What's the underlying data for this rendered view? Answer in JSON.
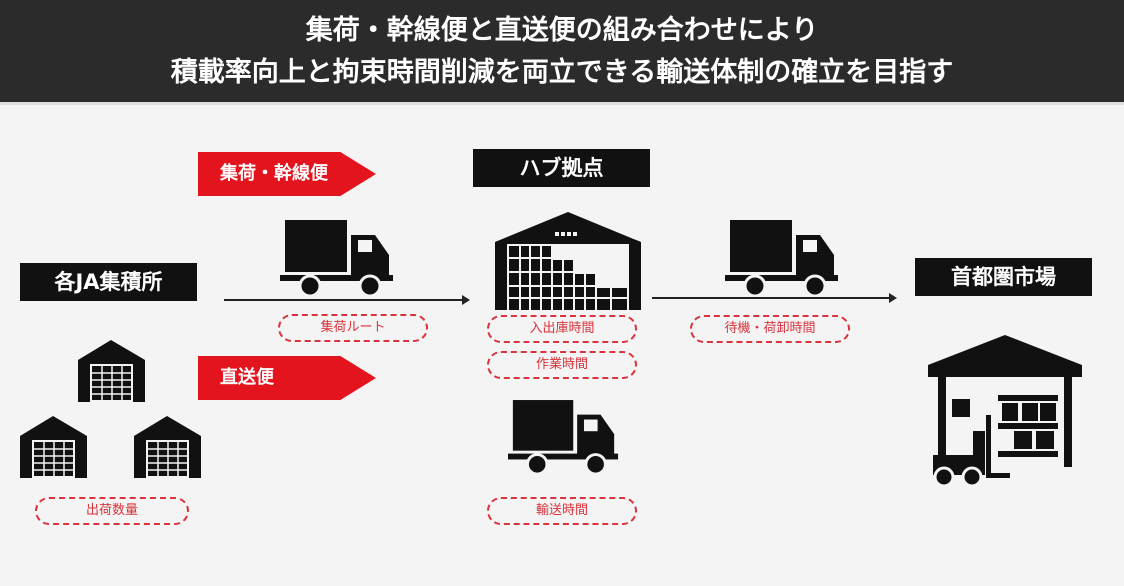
{
  "header": {
    "line1": "集荷・幹線便と直送便の組み合わせにより",
    "line2": "積載率向上と拘束時間削減を両立できる輸送体制の確立を目指す"
  },
  "arrows": {
    "trunk": "集荷・幹線便",
    "direct": "直送便"
  },
  "nodes": {
    "hub": "ハブ拠点",
    "ja": "各JA集積所",
    "market": "首都圏市場"
  },
  "pills": {
    "route": "集荷ルート",
    "inout": "入出庫時間",
    "work": "作業時間",
    "wait": "待機・荷卸時間",
    "qty": "出荷数量",
    "transport": "輸送時間"
  },
  "colors": {
    "red": "#e3141d",
    "dark": "#2b2b2b"
  }
}
